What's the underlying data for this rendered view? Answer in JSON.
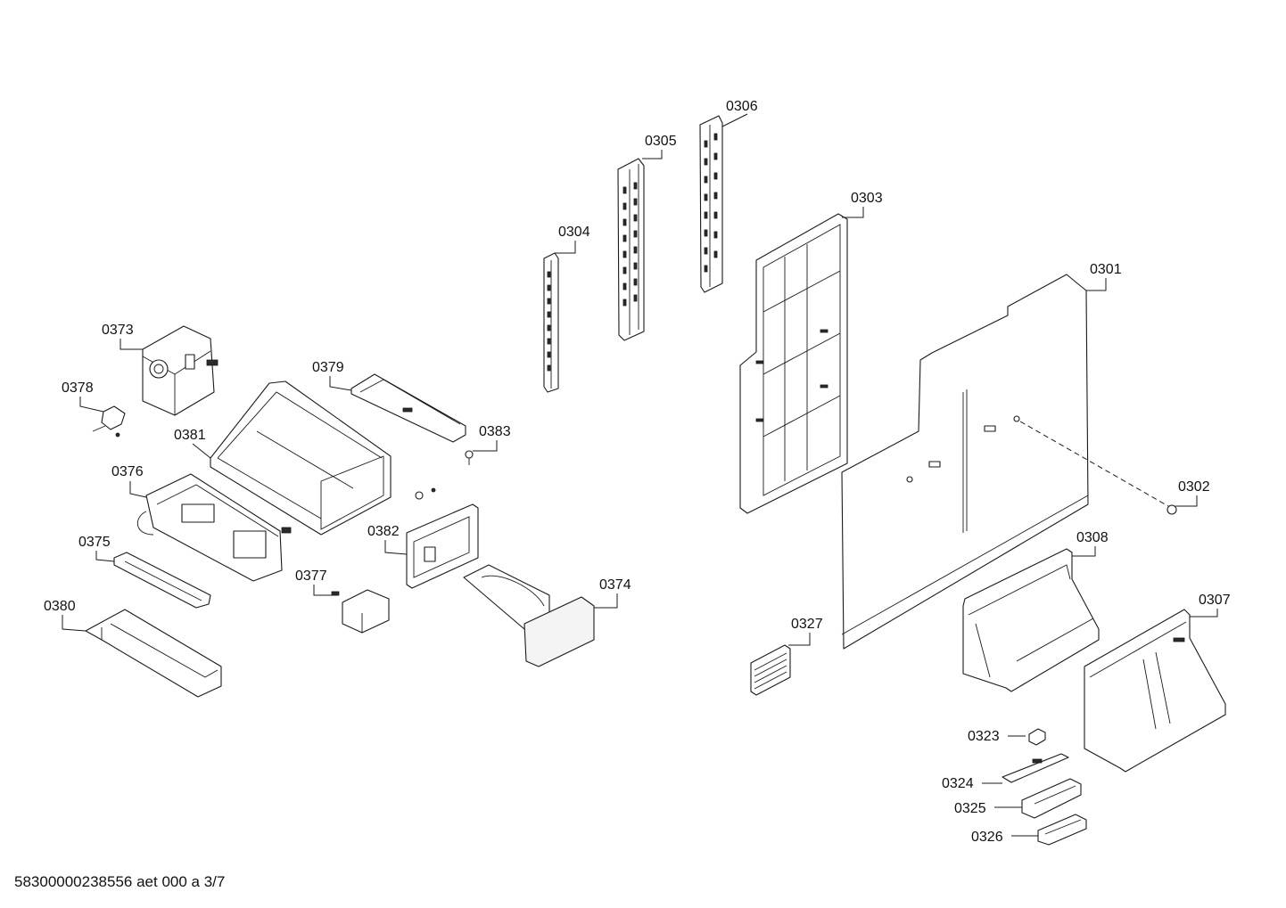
{
  "document_id": "58300000238556 aet 000 a 3/7",
  "callouts": {
    "p0301": "0301",
    "p0302": "0302",
    "p0303": "0303",
    "p0304": "0304",
    "p0305": "0305",
    "p0306": "0306",
    "p0307": "0307",
    "p0308": "0308",
    "p0323": "0323",
    "p0324": "0324",
    "p0325": "0325",
    "p0326": "0326",
    "p0327": "0327",
    "p0373": "0373",
    "p0374": "0374",
    "p0375": "0375",
    "p0376": "0376",
    "p0377": "0377",
    "p0378": "0378",
    "p0379": "0379",
    "p0380": "0380",
    "p0381": "0381",
    "p0382": "0382",
    "p0383": "0383"
  }
}
